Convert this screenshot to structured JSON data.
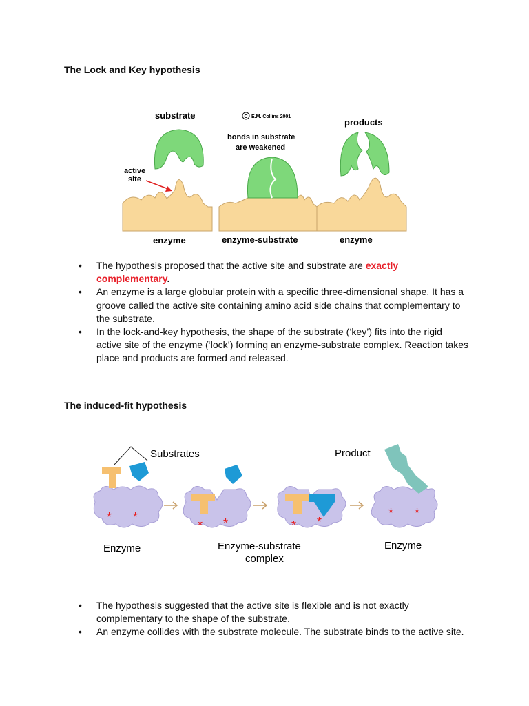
{
  "section1": {
    "heading": "The Lock and Key hypothesis",
    "figure": {
      "label_substrate": "substrate",
      "copyright": "E.M. Collins 2001",
      "label_bonds_1": "bonds in substrate",
      "label_bonds_2": "are weakened",
      "label_products": "products",
      "label_active_1": "active",
      "label_active_2": "site",
      "label_enzyme_left": "enzyme",
      "label_enzyme_substrate": "enzyme-substrate",
      "label_enzyme_right": "enzyme",
      "colors": {
        "substrate": "#7ed87a",
        "enzyme": "#f9d89a",
        "arrow": "#e02020"
      }
    },
    "bullets": [
      {
        "pre": "The hypothesis proposed that the active site and substrate are ",
        "red": "exactly complementary",
        "post": "."
      },
      {
        "text": "An enzyme is a large globular protein with a specific three-dimensional shape. It has a groove called the active site containing amino acid side chains that complementary to the substrate."
      },
      {
        "text": "In the lock-and-key hypothesis, the shape of the substrate (‘key’) fits into the rigid active site of the enzyme (‘lock’) forming an enzyme-substrate complex. Reaction takes place and products are formed and released."
      }
    ]
  },
  "section2": {
    "heading": "The induced-fit hypothesis",
    "figure": {
      "label_substrates": "Substrates",
      "label_product": "Product",
      "label_enzyme_left": "Enzyme",
      "label_complex_1": "Enzyme-substrate",
      "label_complex_2": "complex",
      "label_enzyme_right": "Enzyme",
      "star": "*",
      "colors": {
        "enzyme": "#c9c3ea",
        "substrate_a": "#f6c070",
        "substrate_b": "#1e9ad6",
        "product": "#7fc4bb",
        "star": "#e81c1c"
      }
    },
    "bullets": [
      {
        "text": "The hypothesis suggested that the active site is flexible and is not exactly complementary to the shape of the substrate."
      },
      {
        "text": "An enzyme collides with the substrate molecule. The substrate binds to the active site."
      }
    ]
  }
}
